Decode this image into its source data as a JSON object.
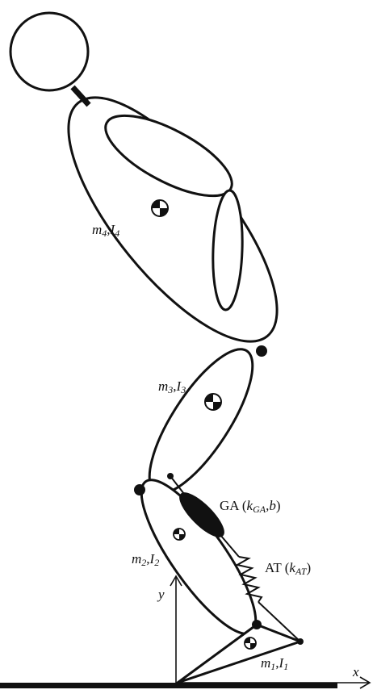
{
  "labels": {
    "torso": {
      "m": "m",
      "m_sub": "4",
      "sep": ",",
      "i": "I",
      "i_sub": "4"
    },
    "thigh": {
      "m": "m",
      "m_sub": "3",
      "sep": ",",
      "i": "I",
      "i_sub": "3"
    },
    "shank": {
      "m": "m",
      "m_sub": "2",
      "sep": ",",
      "i": "I",
      "i_sub": "2"
    },
    "foot": {
      "m": "m",
      "m_sub": "1",
      "sep": ",",
      "i": "I",
      "i_sub": "1"
    },
    "ga": {
      "prefix": "GA (",
      "k": "k",
      "k_sub": "GA",
      "mid": ",",
      "b": "b",
      "suffix": ")"
    },
    "at": {
      "prefix": "AT (",
      "k": "k",
      "k_sub": "AT",
      "suffix": ")"
    },
    "axis_x": "x",
    "axis_y": "y"
  },
  "colors": {
    "stroke": "#111111",
    "fill": "#ffffff",
    "ground": "#111111"
  }
}
